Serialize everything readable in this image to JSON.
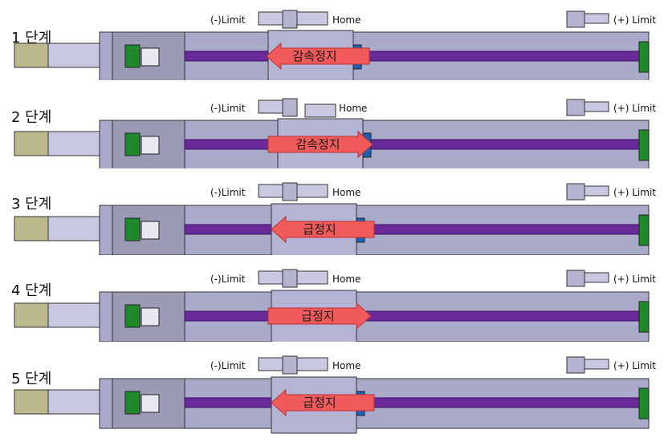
{
  "labels": {
    "neg_limit": "(-)Limit",
    "home": "Home",
    "pos_limit": "(+) Limit"
  },
  "colors": {
    "arrow": "#f05a5a",
    "screw": "#6a2a9a",
    "body": "#a9a9c9",
    "motor_shaft": "#bcb98f",
    "end_cap": "#1f8a2a",
    "sensor_blue": "#1e5fb8"
  },
  "stages": [
    {
      "label": "1 단계",
      "arrow_text": "감속정지",
      "direction": "left"
    },
    {
      "label": "2 단계",
      "arrow_text": "감속정지",
      "direction": "right"
    },
    {
      "label": "3 단계",
      "arrow_text": "급정지",
      "direction": "left"
    },
    {
      "label": "4 단계",
      "arrow_text": "급정지",
      "direction": "right"
    },
    {
      "label": "5 단계",
      "arrow_text": "급정지",
      "direction": "left"
    }
  ]
}
